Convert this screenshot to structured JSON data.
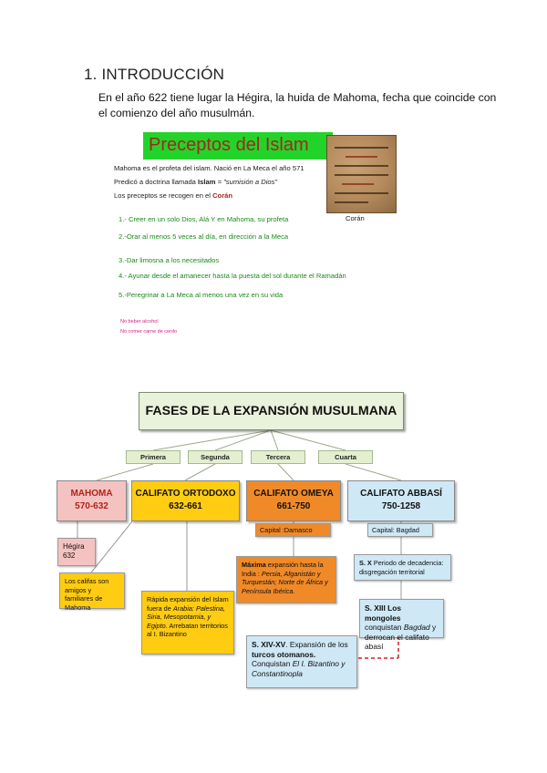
{
  "heading": "1. INTRODUCCIÓN",
  "intro": "En el año 622 tiene lugar la Hégira, la huida de Mahoma, fecha que coincide con el comienzo del año musulmán.",
  "slide": {
    "title": "Preceptos del Islam",
    "line1": "Mahoma es el profeta del islam. Nació en La Meca el año 571",
    "line2a": "Predicó a doctrina llamada ",
    "line2b": "Islam",
    "line2c": " = \"sumisión a Dios\"",
    "line3a": "Los preceptos se recogen en el ",
    "line3b": "Corán",
    "precepts": [
      "1.- Creer en un solo Dios, Alá Y en Mahoma, su profeta",
      "2.-Orar al menos 5 veces al día, en dirección a la Meca",
      "3.-Dar limosna a los necesitados",
      "4.- Ayunar desde el amanecer hasta la puesta del sol durante el Ramadán",
      "5.-Peregrinar a La Meca al menos una vez en su vida"
    ],
    "image_caption": "Corán",
    "extra1": "No beber alcohol",
    "extra2": "No comer carne de cerdo"
  },
  "diagram": {
    "title": "FASES DE LA EXPANSIÓN MUSULMANA",
    "phases": [
      "Primera",
      "Segunda",
      "Tercera",
      "Cuarta"
    ],
    "mahoma": {
      "name": "MAHOMA",
      "years": "570-632"
    },
    "ortodoxo": {
      "name": "CALIFATO ORTODOXO",
      "years": "632-661"
    },
    "omeya": {
      "name": "CALIFATO OMEYA",
      "years": "661-750"
    },
    "abbasi": {
      "name": "CALIFATO ABBASÍ",
      "years": "750-1258"
    },
    "hegira": {
      "l1": "Hégira",
      "l2": "632"
    },
    "califas": "Los califas son amigos y familiares de Mahoma",
    "rapida": {
      "t1": "Rápida expansión del Islam fuera de ",
      "t2": "Arabia:",
      "t3": " Palestina, Siria, Mesopotamia, y Egipto",
      "t4": ". Arrebatan territorios al I. Bizantino"
    },
    "capital_omeya": "Capital :Damasco",
    "maxima": {
      "t1": "Máxima",
      "t2": " expansión hasta la India : ",
      "t3": "Persia, Afganistán y Turquestán; Norte de África y Península Ibérica."
    },
    "capital_abbasi": "Capital: Bagdad",
    "sx": {
      "t1": "S. X",
      "t2": " Periodo de decadencia: disgregación territorial"
    },
    "sxiii": {
      "t1": "S. XIII",
      "t2": "  Los mongoles",
      "t3": " conquistan ",
      "t4": "Bagdad",
      "t5": " y derrocan el califato abasí"
    },
    "sxiv": {
      "t1": "S. XIV-XV",
      "t2": ". Expansión de los ",
      "t3": "turcos otomanos.",
      "t4": " Conquistan ",
      "t5": "El I. Bizantino y Constantinopla"
    }
  }
}
